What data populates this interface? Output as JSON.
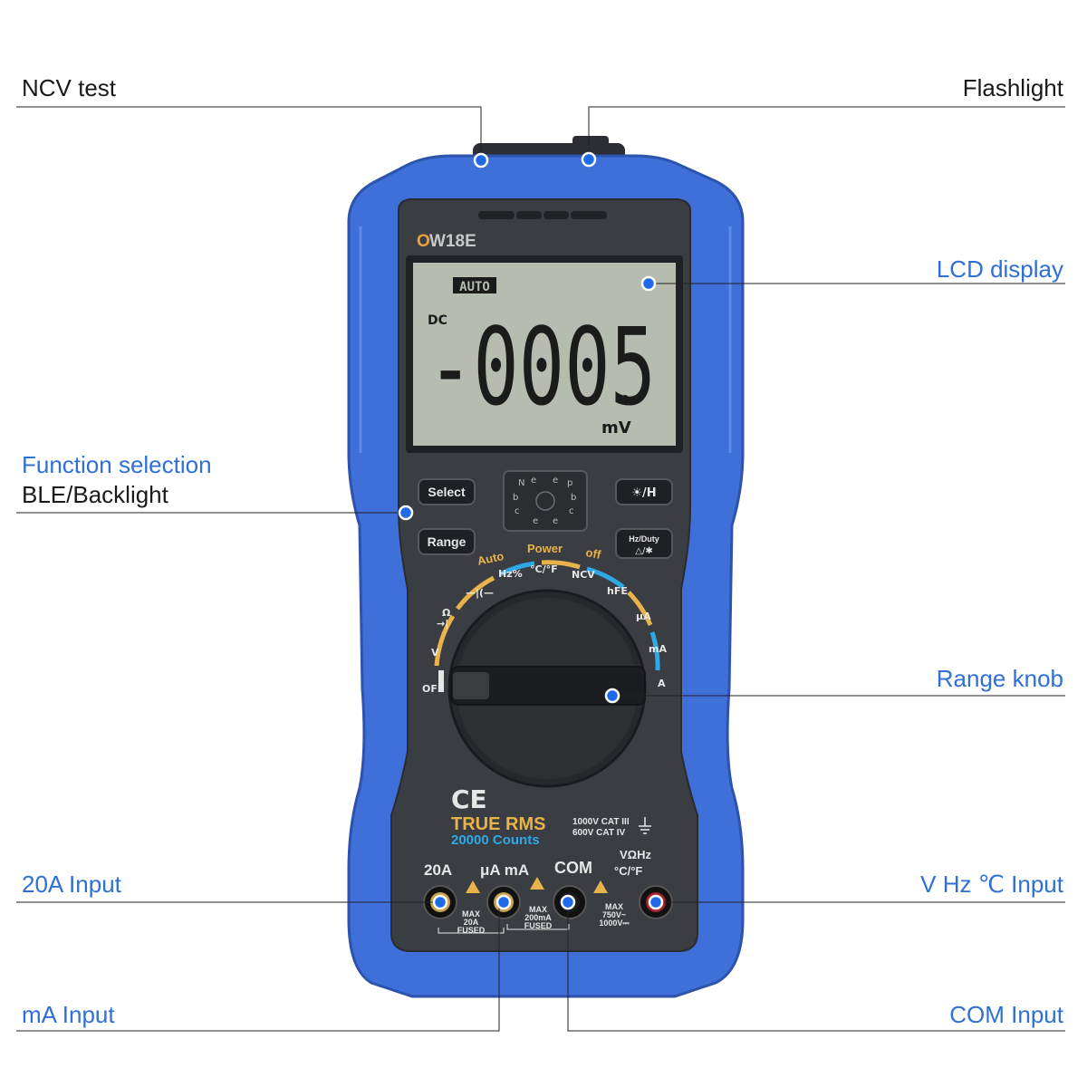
{
  "callouts": {
    "ncv_test": "NCV test",
    "flashlight": "Flashlight",
    "lcd_display": "LCD display",
    "function_selection": "Function selection",
    "ble_backlight": "BLE/Backlight",
    "range_knob": "Range knob",
    "input_20a": "20A Input",
    "input_vhz": "V  Hz ℃  Input",
    "input_ma": "mA Input",
    "input_com": "COM Input"
  },
  "device": {
    "model_prefix": "O",
    "model": "W18E",
    "lcd": {
      "auto": "AUTO",
      "mode": "DC",
      "reading": "-0005",
      "unit": "mV"
    },
    "buttons": {
      "select": "Select",
      "range": "Range",
      "light_hold": "☀/H",
      "hz_duty": "Hz/Duty",
      "rel_ble": "△/✱"
    },
    "socket_letters": [
      "N",
      "e",
      "e",
      "p",
      "b",
      "b",
      "c",
      "c",
      "e",
      "e"
    ],
    "auto_power_off": [
      "Auto",
      "Power",
      "off"
    ],
    "dial_labels": [
      "OFF",
      "V",
      "Ω",
      "→|",
      "—|(—",
      "Hz%",
      "°C/°F",
      "NCV",
      "hFE",
      "μA",
      "mA",
      "A"
    ],
    "ce": "CE",
    "true_rms": "TRUE RMS",
    "counts": "20000 Counts",
    "cat1": "1000V CAT III",
    "cat2": "600V CAT IV",
    "terminals": {
      "t20a": "20A",
      "tuama": "μA mA",
      "tcom": "COM",
      "tv1": "VΩHz",
      "tv2": "°C/°F",
      "max20": [
        "MAX",
        "20A",
        "FUSED"
      ],
      "max200": [
        "MAX",
        "200mA",
        "FUSED"
      ],
      "maxv": [
        "MAX",
        "750V~",
        "1000V⎓"
      ]
    }
  },
  "colors": {
    "accent_blue": "#2f6fd6",
    "body_blue": "#3f6fd8",
    "body_dark": "#3a3d42",
    "lcd": "#b7bcb0",
    "leader_dot": "#1f6ae8"
  }
}
